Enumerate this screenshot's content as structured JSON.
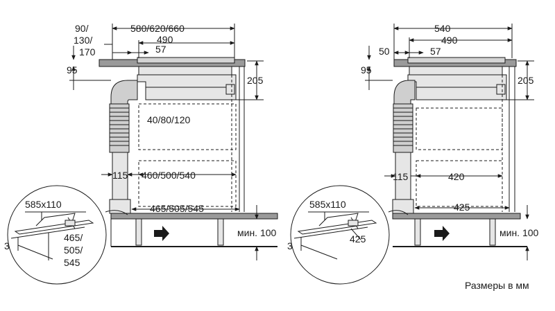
{
  "caption": "Размеры в мм",
  "left": {
    "top_width": "580/620/660",
    "offset_a": "90/",
    "offset_b": "130/",
    "offset_c": "170",
    "width_490": "490",
    "d57": "57",
    "h95": "95",
    "h205": "205",
    "depth": "40/80/120",
    "d115": "115",
    "inner": "460/500/540",
    "bottom": "465/505/545",
    "min_label": "мин. 100",
    "detail_size": "585x110",
    "detail_3": "3",
    "detail_a": "465/",
    "detail_b": "505/",
    "detail_c": "545"
  },
  "right": {
    "top_width": "540",
    "width_490": "490",
    "d50": "50",
    "d57": "57",
    "h95": "95",
    "h205": "205",
    "d115": "115",
    "inner": "420",
    "bottom": "425",
    "min_label": "мин. 100",
    "detail_size": "585x110",
    "detail_3": "3",
    "detail_425": "425"
  }
}
